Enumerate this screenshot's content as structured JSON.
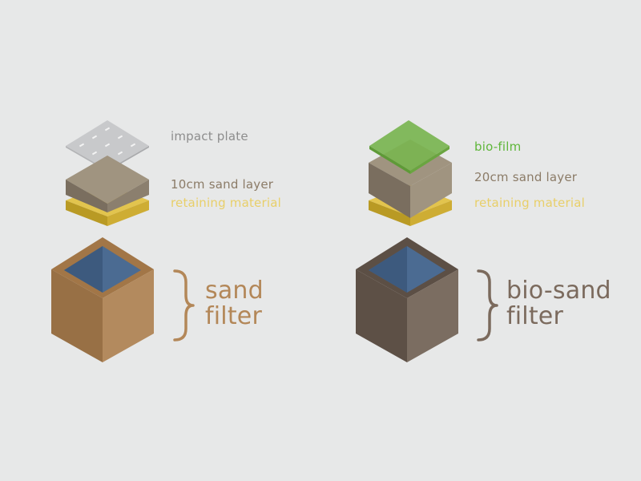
{
  "left": {
    "impact_plate": "impact plate",
    "sand_layer": "10cm sand layer",
    "retaining": "retaining material",
    "title_line1": "sand",
    "title_line2": "filter"
  },
  "right": {
    "bio_film": "bio-film",
    "sand_layer": "20cm sand layer",
    "retaining": "retaining material",
    "title_line1": "bio-sand",
    "title_line2": "filter"
  },
  "colors": {
    "background": "#e7e8e8",
    "grey_text": "#8d8d8d",
    "sand_text": "#8b7b67",
    "yellow": "#e8cf69",
    "green": "#5fb63a",
    "brown_sand_filter": "#b38758",
    "brown_biosand_filter": "#7b6a5d",
    "water_blue": "#4b6b92"
  }
}
